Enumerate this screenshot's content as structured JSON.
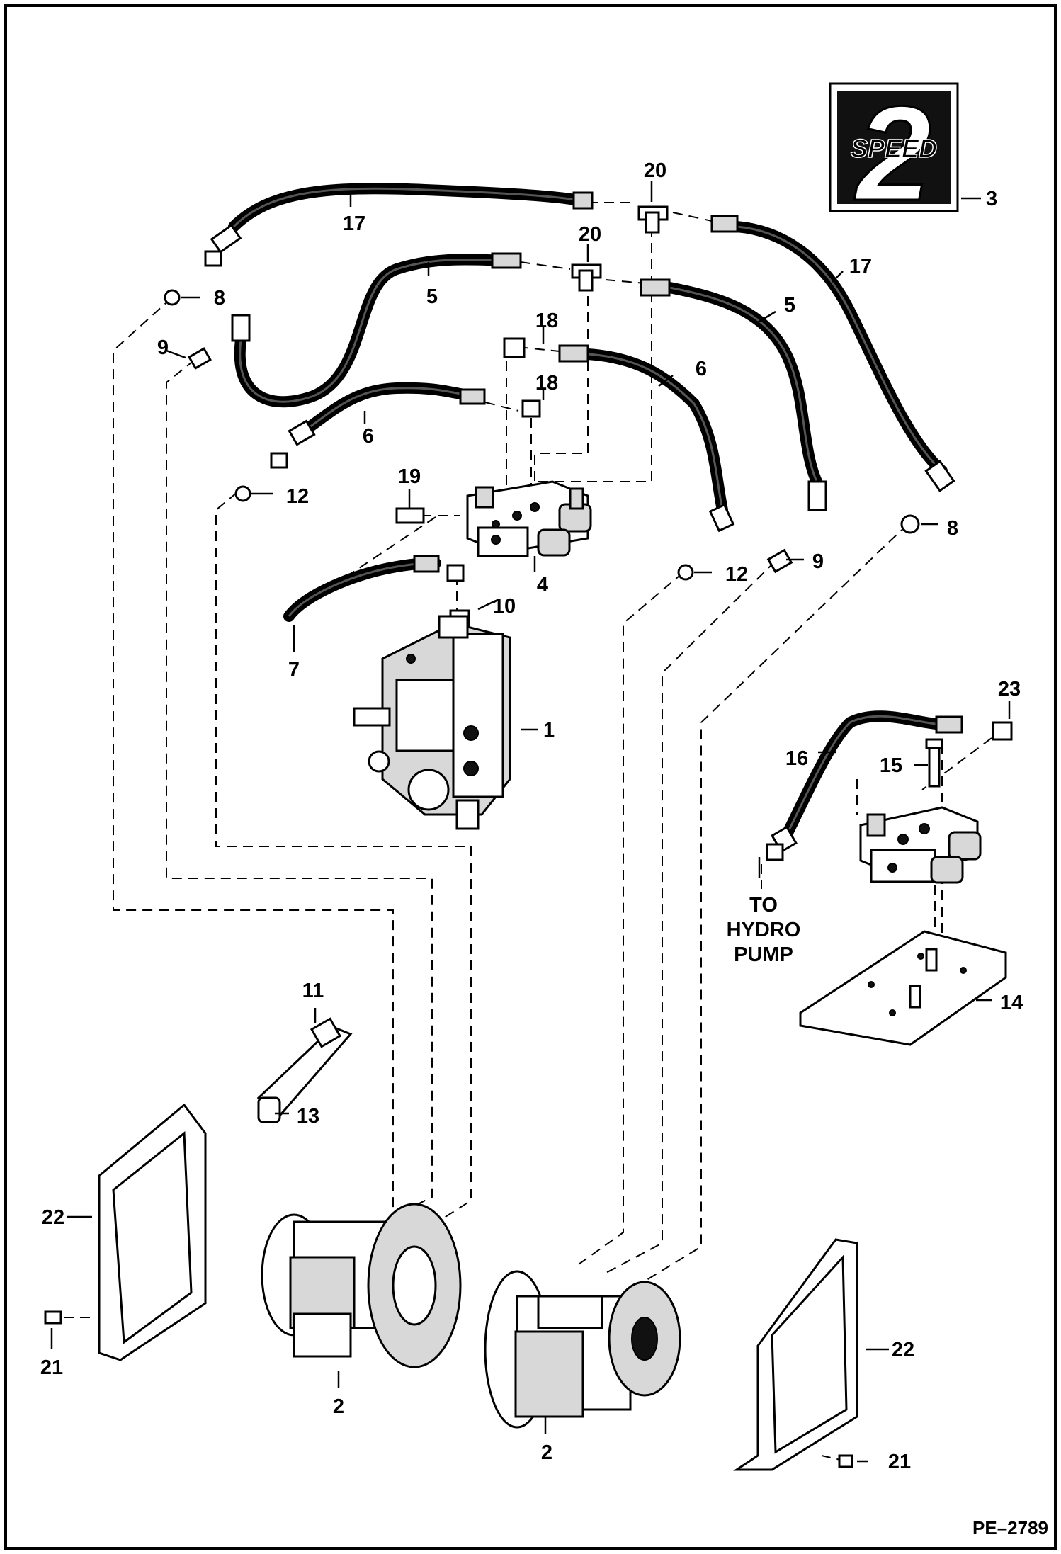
{
  "diagram": {
    "code": "PE–2789",
    "logo_text": "SPEED",
    "logo_number": "2",
    "note_lines": [
      "TO",
      "HYDRO",
      "PUMP"
    ],
    "callouts": {
      "c1": "1",
      "c2a": "2",
      "c2b": "2",
      "c3": "3",
      "c4": "4",
      "c5a": "5",
      "c5b": "5",
      "c6a": "6",
      "c6b": "6",
      "c7": "7",
      "c8a": "8",
      "c8b": "8",
      "c9a": "9",
      "c9b": "9",
      "c10": "10",
      "c11": "11",
      "c12a": "12",
      "c12b": "12",
      "c13": "13",
      "c14": "14",
      "c15": "15",
      "c16": "16",
      "c17a": "17",
      "c17b": "17",
      "c18a": "18",
      "c18b": "18",
      "c19": "19",
      "c20a": "20",
      "c20b": "20",
      "c21a": "21",
      "c21b": "21",
      "c22a": "22",
      "c22b": "22",
      "c23": "23"
    }
  }
}
